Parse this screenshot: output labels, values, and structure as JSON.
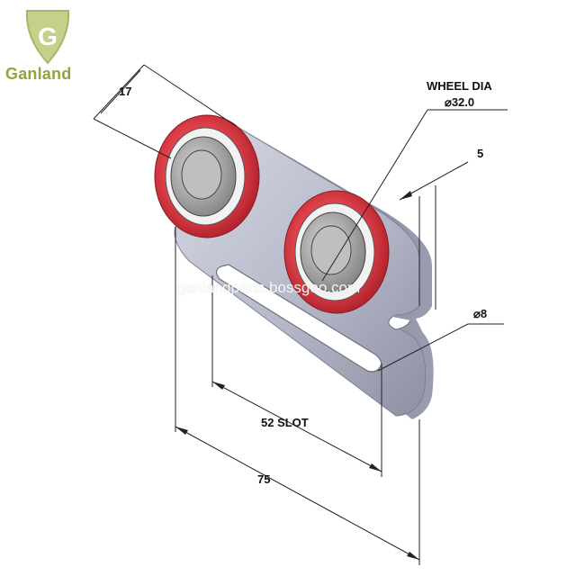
{
  "brand": {
    "name": "Ganland",
    "color": "#8fa63c"
  },
  "watermark": "ganlandparts.bossgoo.com",
  "dimensions": {
    "thickness": "17",
    "wheel_dia_label": "WHEEL DIA",
    "wheel_dia_value": "32.0",
    "plate_thickness": "5",
    "hole_dia": "8",
    "slot": "52 SLOT",
    "length": "75"
  },
  "colors": {
    "wheel": "#d8303a",
    "plate": "#b9bccb",
    "bearing": "#9a9a9a",
    "line": "#222222"
  },
  "icons": [
    "shield-logo-icon",
    "diameter-symbol-icon"
  ]
}
